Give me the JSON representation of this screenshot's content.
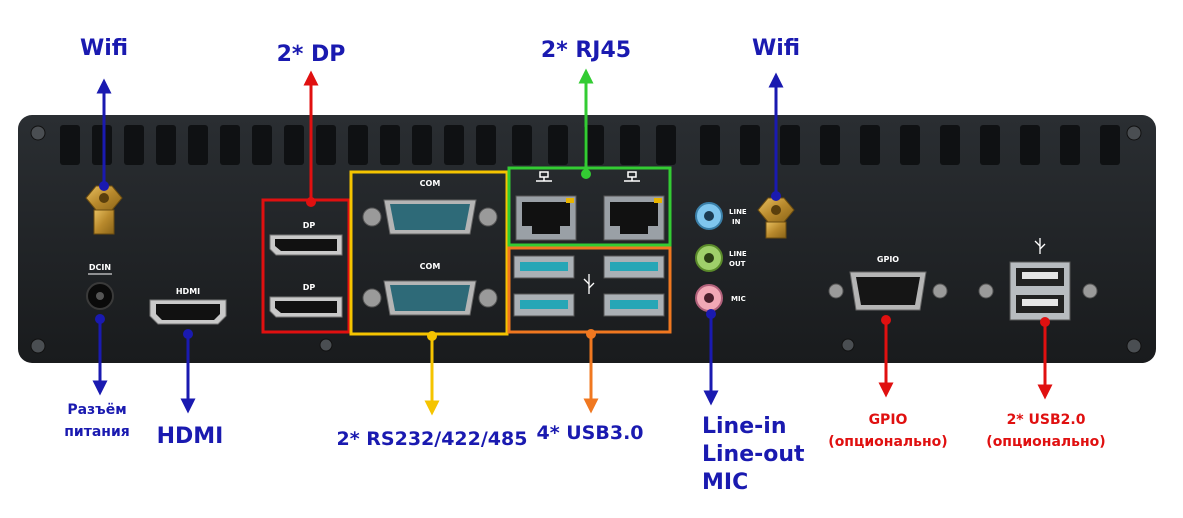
{
  "callouts": {
    "wifi_left": "Wifi",
    "dp": "2* DP",
    "rj45": "2* RJ45",
    "wifi_right": "Wifi",
    "power_line1": "Разъём",
    "power_line2": "питания",
    "hdmi": "HDMI",
    "serial": "2* RS232/422/485",
    "usb3": "4* USB3.0",
    "audio_line1": "Line-in",
    "audio_line2": "Line-out",
    "audio_line3": "MIC",
    "gpio_line1": "GPIO",
    "gpio_line2": "(опционально)",
    "usb2_line1": "2* USB2.0",
    "usb2_line2": "(опционально)"
  },
  "panel_silkscreen": {
    "dcin": "DCIN",
    "hdmi": "HDMI",
    "dp_top": "DP",
    "dp_bottom": "DP",
    "com_top": "COM",
    "com_bottom": "COM",
    "line_in_1": "LINE",
    "line_in_2": "IN",
    "line_out_1": "LINE",
    "line_out_2": "OUT",
    "mic": "MIC",
    "gpio": "GPIO"
  },
  "colors": {
    "blue_callout": "#1a1ab0",
    "red_callout": "#e01010",
    "green_callout": "#33cc33",
    "yellow_callout": "#f5c400",
    "orange_callout": "#f07820",
    "chassis": "#1e2124"
  }
}
